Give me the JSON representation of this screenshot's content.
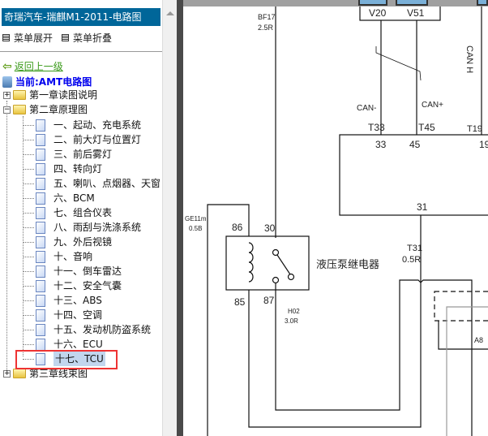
{
  "sidebar": {
    "title": "奇瑞汽车-瑞麒M1-2011-电路图",
    "expand_label": "菜单展开",
    "collapse_label": "菜单折叠",
    "back_label": "返回上一级",
    "current_label": "当前:AMT电路图",
    "chapters": [
      {
        "label": "第一章读图说明",
        "state": "collapsed"
      },
      {
        "label": "第二章原理图",
        "state": "expanded"
      },
      {
        "label": "第三章线束图",
        "state": "collapsed"
      }
    ],
    "items": [
      "一、起动、充电系统",
      "二、前大灯与位置灯",
      "三、前后雾灯",
      "四、转向灯",
      "五、喇叭、点烟器、天窗",
      "六、BCM",
      "七、组合仪表",
      "八、雨刮与洗涤系统",
      "九、外后视镜",
      "十、音响",
      "十一、倒车雷达",
      "十二、安全气囊",
      "十三、ABS",
      "十四、空调",
      "十五、发动机防盗系统",
      "十六、ECU",
      "十七、TCU"
    ],
    "selected_item": "十七、TCU",
    "highlight_color": "#ee3333"
  },
  "diagram": {
    "wire_bf17": "BF17",
    "wire_bf17_spec": "2.5R",
    "top_conn_v20": "V20",
    "top_conn_v51": "V51",
    "can_h": "CAN H",
    "can_minus": "CAN-",
    "can_plus": "CAN+",
    "t33": "T33",
    "t45": "T45",
    "t19": "T19",
    "pin33": "33",
    "pin45": "45",
    "pin19": "19",
    "pin31": "31",
    "wire_ge11": "GE11m",
    "wire_ge11_spec": "0.5B",
    "relay_pin86": "86",
    "relay_pin30": "30",
    "relay_pin85": "85",
    "relay_pin87": "87",
    "relay_name": "液压泵继电器",
    "t31": "T31",
    "t31_spec": "0.5R",
    "wire_h02": "H02",
    "wire_h02_spec": "3.0R",
    "a8": "A8"
  }
}
